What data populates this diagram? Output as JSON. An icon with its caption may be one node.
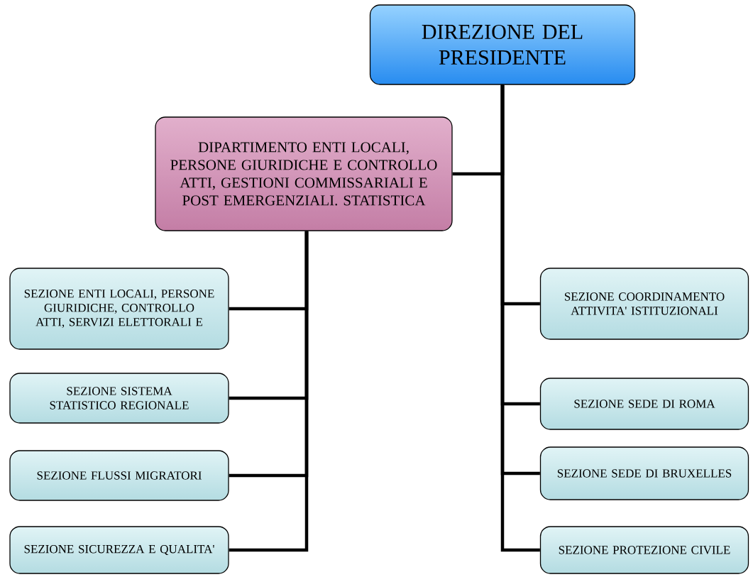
{
  "diagram": {
    "nodes": [
      {
        "text": [
          "DIREZIONE DEL PRESIDENTE"
        ]
      },
      {
        "text": [
          "DIPARTIMENTO ENTI LOCALI, PERSONE GIURIDICHE E CONTROLLO ATTI, GESTIONI COMMISSARIALI E POST EMERGENZIALI. STATISTICA"
        ]
      },
      {
        "text": [
          "SEZIONE ENTI LOCALI, PERSONE GIURIDICHE, CONTROLLO ATTI, SERVIZI ELETTORALI E"
        ]
      },
      {
        "text": [
          "SEZIONE SISTEMA STATISTICO REGIONALE"
        ]
      },
      {
        "text": [
          "SEZIONE FLUSSI MIGRATORI"
        ]
      },
      {
        "text": [
          "SEZIONE SICUREZZA E QUALITA'"
        ]
      },
      {
        "text": [
          "SEZIONE COORDINAMENTO ATTIVITA' ISTITUZIONALI"
        ]
      },
      {
        "text": [
          "SEZIONE SEDE DI ROMA"
        ]
      },
      {
        "text": [
          "SEZIONE SEDE DI BRUXELLES"
        ]
      },
      {
        "text": [
          "SEZIONE PROTEZIONE CIVILE"
        ]
      }
    ],
    "edges": [
      {
        "from": 0,
        "to": 1,
        "arrow": "none"
      },
      {
        "from": 1,
        "to": 2,
        "arrow": "none"
      },
      {
        "from": 1,
        "to": 3,
        "arrow": "none"
      },
      {
        "from": 1,
        "to": 4,
        "arrow": "none"
      },
      {
        "from": 1,
        "to": 5,
        "arrow": "none"
      },
      {
        "from": 0,
        "to": 6,
        "arrow": "none"
      },
      {
        "from": 0,
        "to": 7,
        "arrow": "none"
      },
      {
        "from": 0,
        "to": 8,
        "arrow": "none"
      },
      {
        "from": 0,
        "to": 9,
        "arrow": "none"
      }
    ]
  }
}
